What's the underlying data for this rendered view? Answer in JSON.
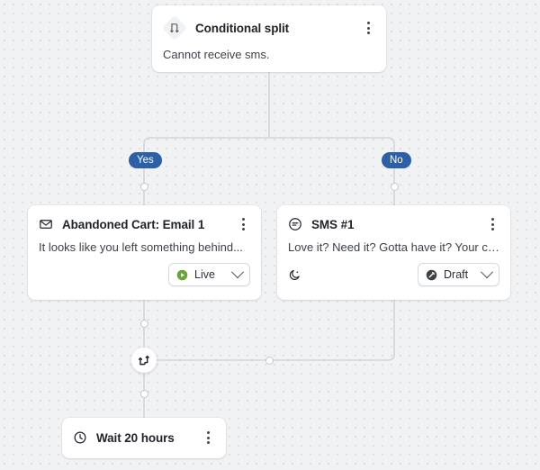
{
  "canvas": {
    "background_color": "#f1f2f4",
    "dot_color": "#dcdfe3",
    "edge_color": "#d2d5da",
    "accent_color": "#2b5fa8"
  },
  "nodes": {
    "conditional_split": {
      "title": "Conditional split",
      "body": "Cannot receive sms.",
      "icon": "split-icon",
      "menu_icon": "kebab-menu-icon"
    },
    "email": {
      "title": "Abandoned Cart: Email 1",
      "body": "It looks like you left something behind...",
      "icon": "envelope-icon",
      "menu_icon": "kebab-menu-icon",
      "status": {
        "label": "Live",
        "icon": "live-play-icon",
        "color": "#6aa436",
        "chevron": "chevron-down-icon"
      }
    },
    "sms": {
      "title": "SMS #1",
      "body": "Love it? Need it? Gotta have it? Your cart i...",
      "icon": "sms-bubble-icon",
      "menu_icon": "kebab-menu-icon",
      "quiet_hours_icon": "moon-icon",
      "status": {
        "label": "Draft",
        "icon": "draft-pencil-icon",
        "color": "#3c4149",
        "chevron": "chevron-down-icon"
      }
    },
    "wait": {
      "title": "Wait 20 hours",
      "icon": "clock-icon",
      "menu_icon": "kebab-menu-icon"
    }
  },
  "branches": {
    "yes_label": "Yes",
    "no_label": "No"
  },
  "merge": {
    "icon": "merge-arrows-icon"
  }
}
